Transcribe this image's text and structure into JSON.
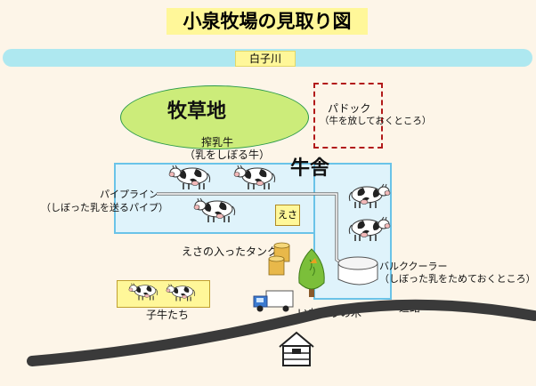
{
  "title": "小泉牧場の見取り図",
  "river": "白子川",
  "pasture": "牧草地",
  "paddock": {
    "name": "パドック",
    "desc": "（牛を放しておくところ）"
  },
  "milking_cows": {
    "name": "搾乳牛",
    "desc": "（乳をしぼる牛）"
  },
  "barn": "牛舎",
  "pipeline": {
    "name": "パイプライン",
    "desc": "（しぼった乳を送るパイプ）"
  },
  "feed": "えさ",
  "feed_tank": "えさの入ったタンク",
  "bulk_cooler": {
    "name": "バルククーラー",
    "desc": "（しぼった乳をためておくところ）"
  },
  "calves": "子牛たち",
  "ginkgo": "いちょうの木",
  "road": "道路",
  "colors": {
    "river": "#aee8f0",
    "pasture": "#ccec7a",
    "barn": "#dff3fb",
    "barn_border": "#6ac3e8",
    "label_bg": "#fff799",
    "paddock_border": "#b21a1a",
    "road": "#3a3a3a"
  }
}
